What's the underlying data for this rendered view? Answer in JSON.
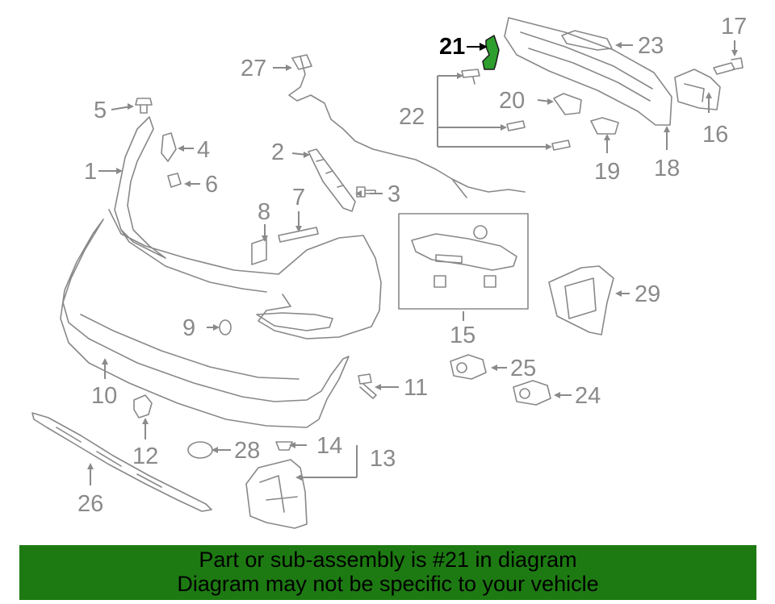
{
  "callouts": {
    "c1": "1",
    "c2": "2",
    "c3": "3",
    "c4": "4",
    "c5": "5",
    "c6": "6",
    "c7": "7",
    "c8": "8",
    "c9": "9",
    "c10": "10",
    "c11": "11",
    "c12": "12",
    "c13": "13",
    "c14": "14",
    "c15": "15",
    "c16": "16",
    "c17": "17",
    "c18": "18",
    "c19": "19",
    "c20": "20",
    "c21": "21",
    "c22": "22",
    "c23": "23",
    "c24": "24",
    "c25": "25",
    "c26": "26",
    "c27": "27",
    "c28": "28",
    "c29": "29"
  },
  "highlighted_part": "21",
  "colors": {
    "highlight": "#2e9e2e",
    "banner": "#1d7a12",
    "line": "#888888"
  },
  "banner": {
    "line1": "Part or sub-assembly is #21 in diagram",
    "line2": "Diagram may not be specific to your vehicle"
  }
}
